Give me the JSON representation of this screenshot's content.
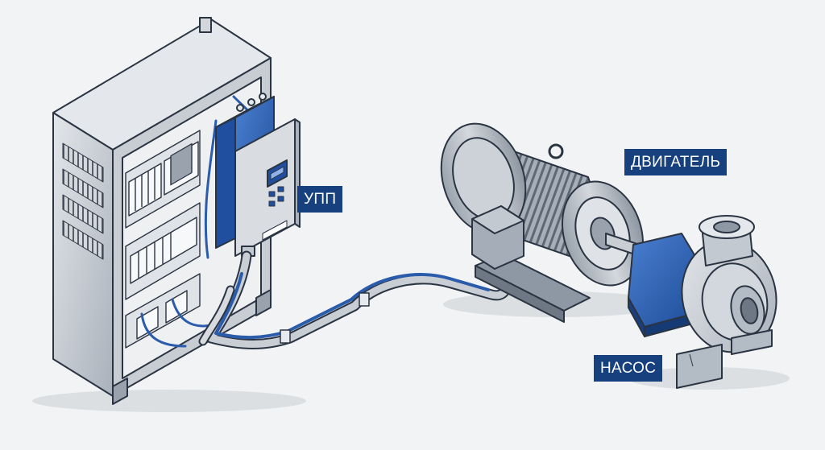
{
  "labels": {
    "soft_starter": "УПП",
    "motor": "ДВИГАТЕЛЬ",
    "pump": "НАСОС"
  },
  "colors": {
    "background": "#f2f3f5",
    "label_bg": "#17407f",
    "label_text": "#ffffff",
    "accent_blue": "#2a5cab",
    "metal": "#c3c9d1",
    "outline": "#2b3442"
  },
  "icons": [
    "control-cabinet",
    "soft-starter-unit",
    "electric-motor",
    "centrifugal-pump",
    "conduit-cable"
  ]
}
